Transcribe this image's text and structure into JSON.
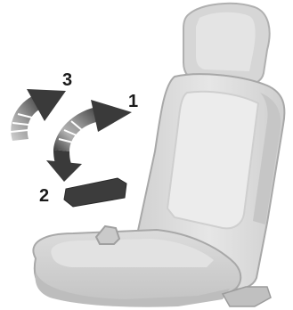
{
  "labels": {
    "arrow_1": "1",
    "arrow_2": "2",
    "arrow_3": "3"
  },
  "colors": {
    "seat_light": "#dadada",
    "seat_mid": "#c8c8c8",
    "seat_outline": "#a8a8a8",
    "arrow_dark": "#3c3c3c",
    "arrow_light": "#b4b4b4"
  }
}
